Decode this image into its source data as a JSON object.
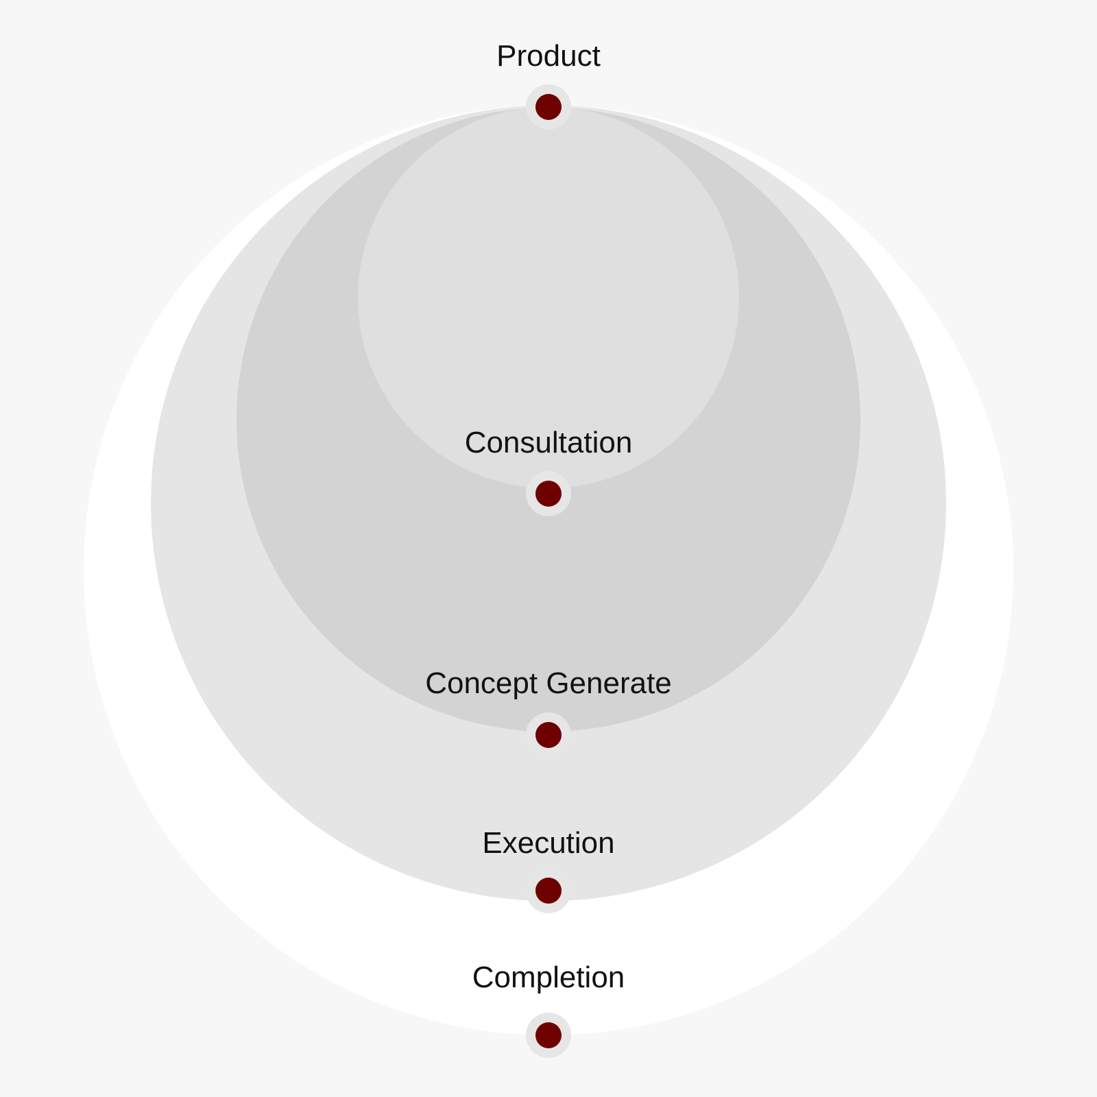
{
  "diagram": {
    "stages": [
      {
        "label": "Completion",
        "fill": "#ffffff"
      },
      {
        "label": "Execution",
        "fill": "#e5e5e5"
      },
      {
        "label": "Concept Generate",
        "fill": "#d3d3d3"
      },
      {
        "label": "Consultation",
        "fill": "#dfdfdf"
      },
      {
        "label": "Product"
      }
    ],
    "colors": {
      "background": "#f7f7f7",
      "marker": "#6e0000",
      "marker_ring": "#e6e6e6",
      "label": "#111111"
    }
  }
}
